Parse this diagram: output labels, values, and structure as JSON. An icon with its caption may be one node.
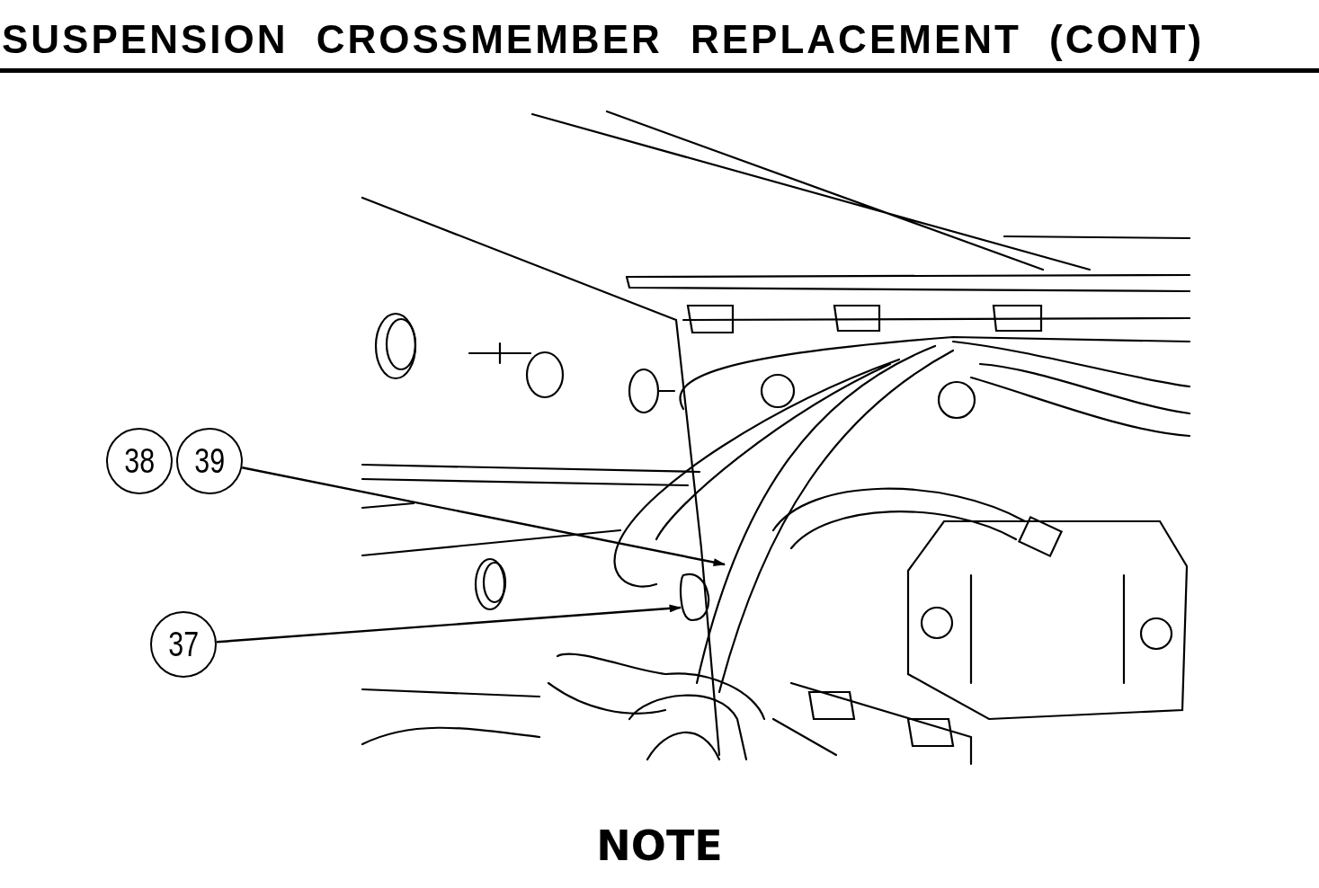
{
  "diagram": {
    "title": "SUSPENSION CROSSMEMBER REPLACEMENT (CONT)",
    "nodes": [
      {
        "text": [
          "38"
        ]
      },
      {
        "text": [
          "39"
        ]
      },
      {
        "text": [
          "37"
        ]
      }
    ],
    "edges": [
      {
        "from": 1,
        "to": null,
        "arrow": "to"
      },
      {
        "from": 2,
        "to": null,
        "arrow": "to"
      }
    ],
    "labels": [
      "NOTE"
    ]
  }
}
